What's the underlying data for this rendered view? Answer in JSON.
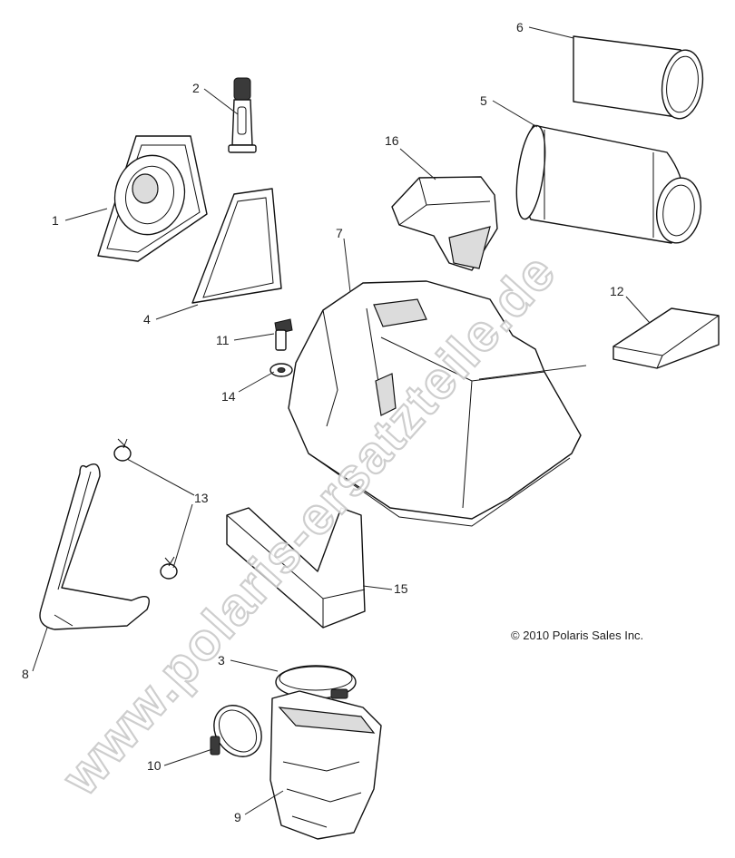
{
  "callouts": {
    "c1": "1",
    "c2": "2",
    "c3": "3",
    "c4": "4",
    "c5": "5",
    "c6": "6",
    "c7": "7",
    "c8": "8",
    "c9": "9",
    "c10": "10",
    "c11": "11",
    "c12": "12",
    "c13": "13",
    "c14": "14",
    "c15": "15",
    "c16": "16"
  },
  "copyright": "© 2010 Polaris Sales Inc.",
  "watermark": "www.polaris-ersatzteile.de"
}
